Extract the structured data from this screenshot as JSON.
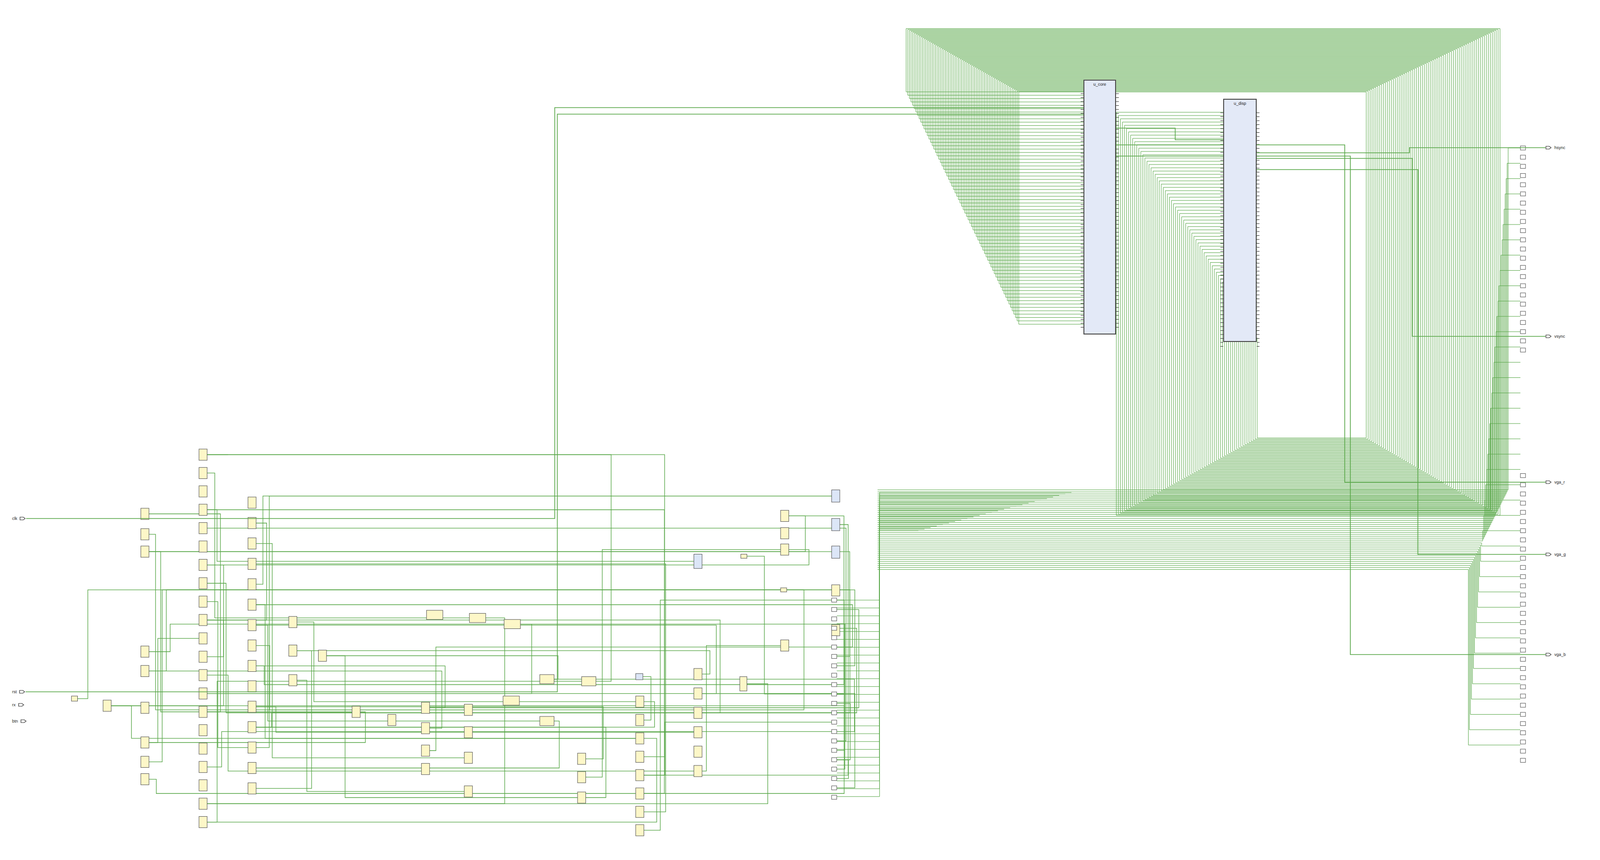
{
  "diagram": {
    "nodes": [
      {
        "text": [
          "clk"
        ]
      },
      {
        "text": [
          "rst"
        ]
      },
      {
        "text": [
          "rx"
        ]
      },
      {
        "text": [
          "btn"
        ]
      },
      {
        "text": [
          "u_core"
        ]
      },
      {
        "text": [
          "u_disp"
        ]
      },
      {
        "text": [
          "hsync"
        ]
      },
      {
        "text": [
          "vsync"
        ]
      },
      {
        "text": [
          "vga_r"
        ]
      },
      {
        "text": [
          "vga_g"
        ]
      },
      {
        "text": [
          "vga_b"
        ]
      }
    ],
    "edges": [
      {
        "from": 0,
        "to": 4,
        "arrow": "none"
      },
      {
        "from": 1,
        "to": 4,
        "arrow": "none"
      },
      {
        "from": 4,
        "to": 5,
        "arrow": "none"
      },
      {
        "from": 5,
        "to": 6,
        "arrow": "none"
      },
      {
        "from": 5,
        "to": 7,
        "arrow": "none"
      },
      {
        "from": 4,
        "to": 8,
        "arrow": "none"
      },
      {
        "from": 5,
        "to": 9,
        "arrow": "none"
      },
      {
        "from": 4,
        "to": 10,
        "arrow": "none"
      }
    ]
  }
}
